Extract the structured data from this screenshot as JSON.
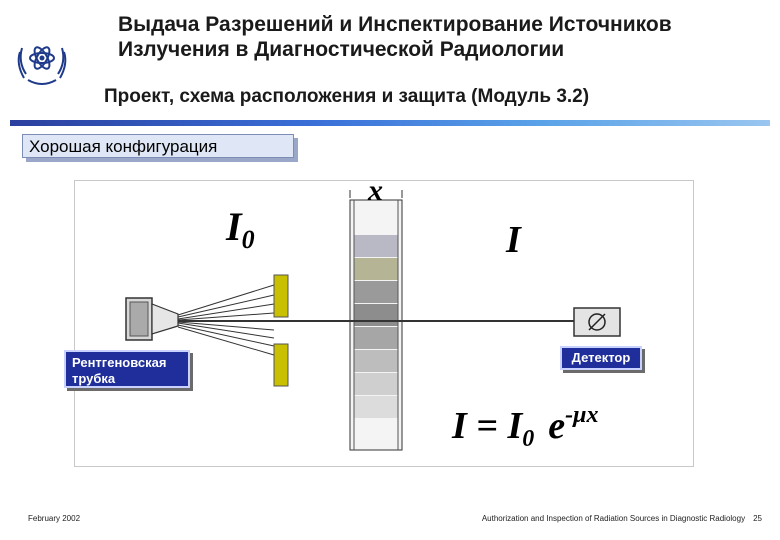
{
  "header": {
    "title_line1": "Выдача Разрешений и Инспектирование Источников",
    "title_line2": "Излучения в Диагностической Радиологии",
    "subtitle": "Проект, схема расположения и защита (Модуль 3.2)"
  },
  "section_label": "Хорошая конфигурация",
  "diagram": {
    "label_I0_main": "I",
    "label_I0_sub": "0",
    "label_x": "x",
    "label_I": "I",
    "tube_label": "Рентгеновская трубка",
    "detector_label": "Детектор",
    "formula": {
      "lhs": "I = I",
      "sub": "0",
      "base": "e",
      "exp": "-μx"
    }
  },
  "colors": {
    "callout_bg": "#1f2e9a",
    "collimator": "#c8c000",
    "rule_start": "#2b3f9e",
    "rule_end": "#9ac6f0"
  },
  "footer": {
    "date": "February 2002",
    "course": "Authorization and Inspection of Radiation Sources in Diagnostic  Radiology",
    "page": "25"
  }
}
